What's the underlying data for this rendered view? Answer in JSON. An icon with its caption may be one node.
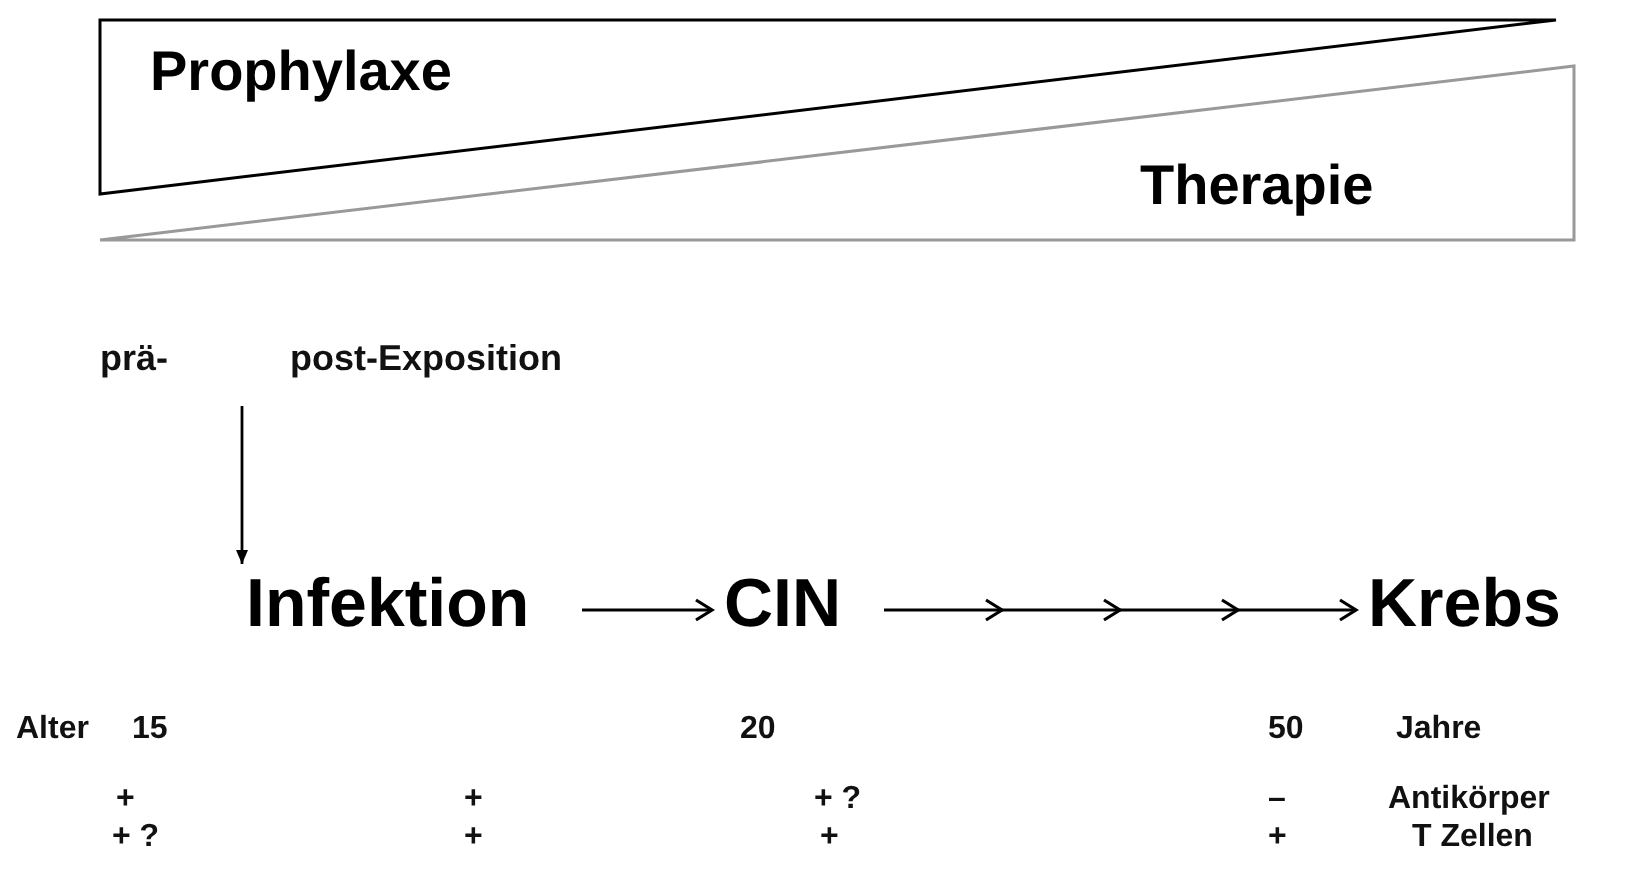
{
  "diagram": {
    "nodes": [
      {
        "text": [
          "Prophylaxe"
        ]
      },
      {
        "text": [
          "Therapie"
        ]
      },
      {
        "text": [
          "Infektion"
        ]
      },
      {
        "text": [
          "CIN"
        ]
      },
      {
        "text": [
          "Krebs"
        ]
      }
    ],
    "edges": [
      {
        "from": null,
        "to": 2,
        "arrow": "to"
      },
      {
        "from": 2,
        "to": 3,
        "arrow": "to"
      },
      {
        "from": 3,
        "to": 4,
        "arrow": "to"
      }
    ],
    "labels": [
      "prä-",
      "post-Exposition",
      "Alter",
      "15",
      "20",
      "50",
      "Jahre",
      "+",
      "+",
      "+ ?",
      "–",
      "Antikörper",
      "+ ?",
      "+",
      "+",
      "+",
      "T Zellen"
    ]
  }
}
